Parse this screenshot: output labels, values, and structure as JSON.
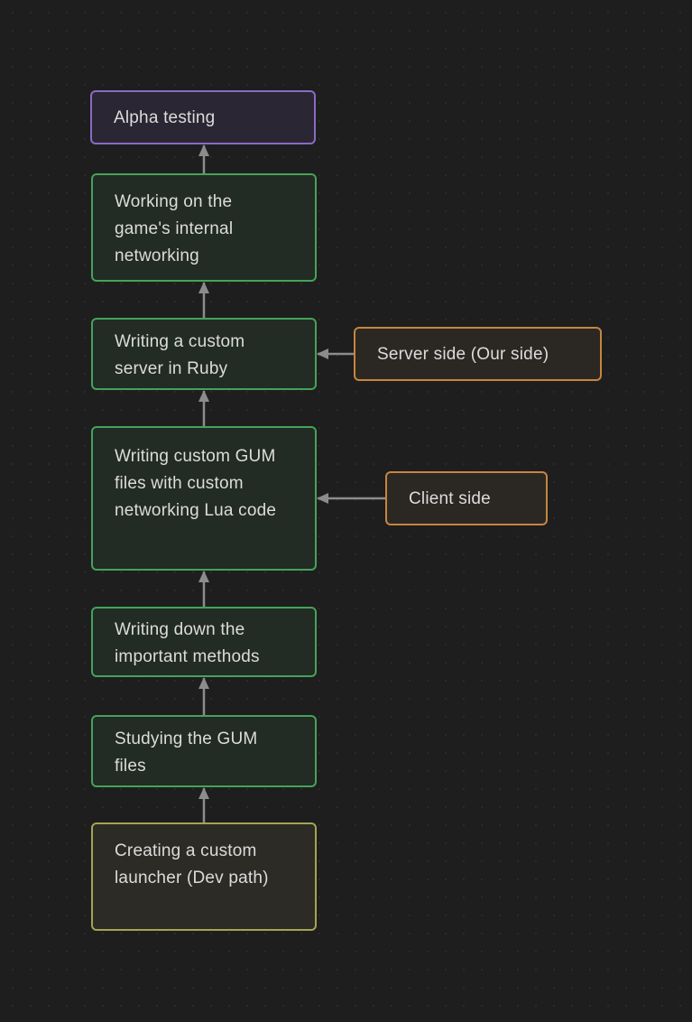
{
  "canvas": {
    "background": "#1e1e1e"
  },
  "colors": {
    "purple": "#8a6ac5",
    "green": "#44a35a",
    "orange": "#c7853e",
    "yellow": "#a3a552",
    "edge": "#8c8c8c"
  },
  "nodes": {
    "alpha": {
      "text": "Alpha testing",
      "color": "purple"
    },
    "networking": {
      "text": "Working on the game's internal networking",
      "color": "green"
    },
    "server": {
      "text": "Writing a custom server in Ruby",
      "color": "green"
    },
    "server_side": {
      "text": "Server side (Our side)",
      "color": "orange"
    },
    "gum_custom": {
      "text": "Writing custom GUM files with custom networking Lua code",
      "color": "green"
    },
    "client_side": {
      "text": "Client side",
      "color": "orange"
    },
    "methods": {
      "text": "Writing down the important methods",
      "color": "green"
    },
    "studying": {
      "text": "Studying the GUM files",
      "color": "green"
    },
    "launcher": {
      "text": "Creating a custom launcher (Dev path)",
      "color": "yellow"
    }
  },
  "edges": [
    {
      "from": "networking",
      "to": "alpha"
    },
    {
      "from": "server",
      "to": "networking"
    },
    {
      "from": "gum_custom",
      "to": "server"
    },
    {
      "from": "methods",
      "to": "gum_custom"
    },
    {
      "from": "studying",
      "to": "methods"
    },
    {
      "from": "launcher",
      "to": "studying"
    },
    {
      "from": "server_side",
      "to": "server"
    },
    {
      "from": "client_side",
      "to": "gum_custom"
    }
  ]
}
